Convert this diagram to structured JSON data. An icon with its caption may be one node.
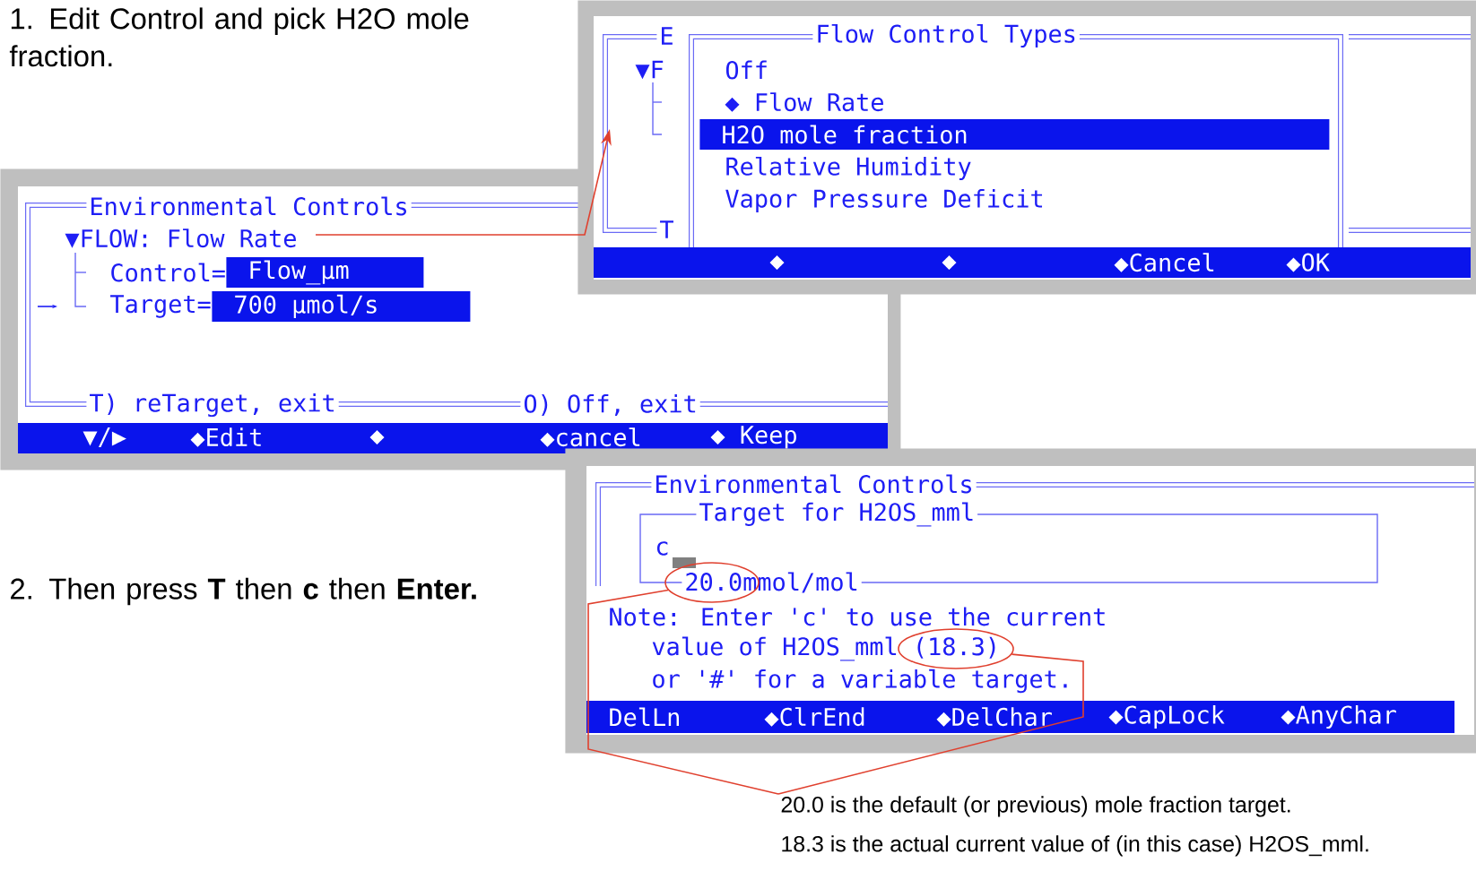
{
  "diagram": {
    "nodes": [
      {
        "text": [
          "Environmental Controls",
          "▼FLOW: Flow Rate",
          "Control=",
          "Flow_µm",
          "Target=",
          "700 µmol/s",
          "T) reTarget, exit",
          "O) Off, exit",
          "▼/▶",
          "◆Edit",
          "◆",
          "◆cancel",
          "◆ Keep"
        ]
      },
      {
        "text": [
          "E",
          "▼F",
          "T",
          "Flow Control Types",
          "Off",
          "◆ Flow Rate",
          "H2O mole fraction",
          "Relative Humidity",
          "Vapor Pressure Deficit",
          "◆",
          "◆",
          "◆Cancel",
          "◆OK"
        ]
      },
      {
        "text": [
          "Environmental Controls",
          "Target for H2OS_mml",
          "c",
          "20.0mmol/mol",
          "Note: Enter 'c' to use the current",
          "value of H2OS_mml (18.3)",
          "or '#' for a variable target.",
          "DelLn",
          "◆ClrEnd",
          "◆DelChar",
          "◆CapLock",
          "◆AnyChar"
        ]
      },
      {
        "text": [
          "20.0 is the default (or previous) mole fraction target.",
          "18.3 is the actual current value of (in this case) H2OS_mml."
        ]
      },
      {
        "text": [],
        "shape": "ellipse",
        "in": 2
      },
      {
        "text": [],
        "shape": "ellipse",
        "in": 2
      }
    ],
    "edges": [
      {
        "from": 0,
        "to": 1,
        "arrow": "to"
      },
      {
        "from": 3,
        "to": 4,
        "arrow": "none"
      },
      {
        "from": 3,
        "to": 5,
        "arrow": "none"
      }
    ],
    "labels": [
      "1. Edit Control and pick H2O mole fraction.",
      "2. Then press **T** then **c** then **Enter.**"
    ]
  }
}
